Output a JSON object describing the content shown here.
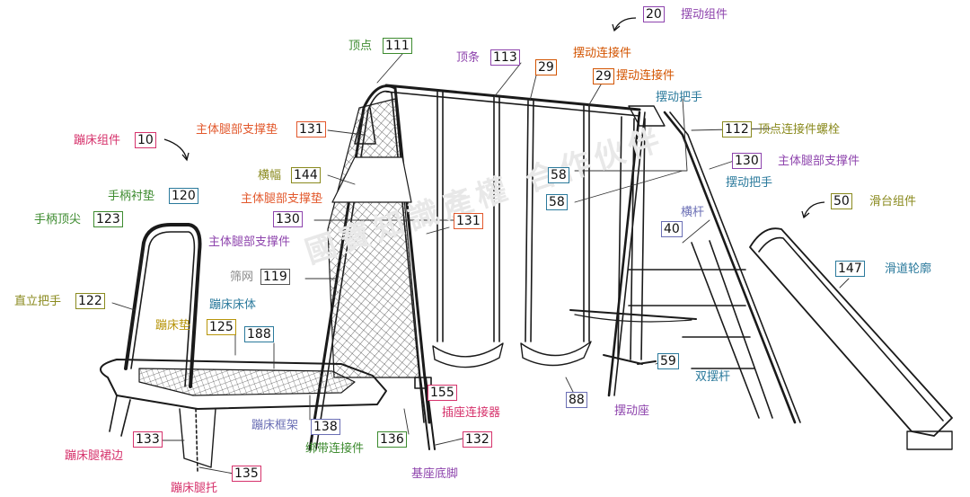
{
  "labels": {
    "trampoline_assembly": "蹦床组件",
    "trampoline_assembly_no": "10",
    "swing_assembly_no": "20",
    "swing_assembly": "摆动组件",
    "apex": "顶点",
    "apex_no": "111",
    "top_bar": "顶条",
    "top_bar_no": "113",
    "swing_connector_a": "摆动连接件",
    "swing_connector_a_no": "29",
    "swing_connector_b_no": "29",
    "swing_connector_b": "摆动连接件",
    "swing_handle_a": "摆动把手",
    "main_leg_pad_a": "主体腿部支撑垫",
    "main_leg_pad_a_no": "131",
    "apex_bolt_no": "112",
    "apex_bolt": "顶点连接件螺栓",
    "banner": "横幅",
    "banner_no": "144",
    "main_leg_support_right_no": "130",
    "main_leg_support_right": "主体腿部支撑件",
    "handle_pad": "手柄衬垫",
    "handle_pad_no": "120",
    "main_leg_pad_b": "主体腿部支撑垫",
    "swing_handle_no_a": "58",
    "swing_handle_b": "摆动把手",
    "handle_tip": "手柄顶尖",
    "handle_tip_no": "123",
    "main_leg_support_left_no": "130",
    "main_leg_pad_b_no": "131",
    "swing_handle_no_b": "58",
    "slide_assembly_no": "50",
    "slide_assembly": "滑台组件",
    "crossbar": "横杆",
    "crossbar_no": "40",
    "main_leg_support_left": "主体腿部支撑件",
    "mesh": "筛网",
    "mesh_no": "119",
    "slide_profile_no": "147",
    "slide_profile": "滑道轮廓",
    "upright_handle": "直立把手",
    "upright_handle_no": "122",
    "trampoline_bed": "蹦床床体",
    "trampoline_mat": "蹦床垫",
    "trampoline_mat_no": "125",
    "trampoline_bed_no": "188",
    "double_swing_no": "59",
    "double_swing": "双摆杆",
    "socket_connector_no": "155",
    "socket_connector": "插座连接器",
    "swing_seat_no": "88",
    "swing_seat": "摆动座",
    "trampoline_frame": "蹦床框架",
    "trampoline_frame_no": "138",
    "leg_skirt_no": "133",
    "leg_skirt": "蹦床腿裙边",
    "strap_connector": "绑带连接件",
    "strap_connector_no": "136",
    "base_foot_no": "132",
    "base_foot": "基座底脚",
    "leg_bracket_no": "135",
    "leg_bracket": "蹦床腿托"
  },
  "colors": {
    "magenta": "#d6336c",
    "purple": "#8e44ad",
    "green": "#3d8b2f",
    "orange": "#d35400",
    "red_orange": "#e2582c",
    "teal": "#2b7a9c",
    "olive": "#8a8a1e",
    "gold": "#b7950b",
    "blue": "#2e86c1",
    "slate": "#6b6fb5",
    "grey": "#8a8a8a",
    "line": "#1a1a1a"
  },
  "watermark": "國寶知識產權 合作伙伴"
}
